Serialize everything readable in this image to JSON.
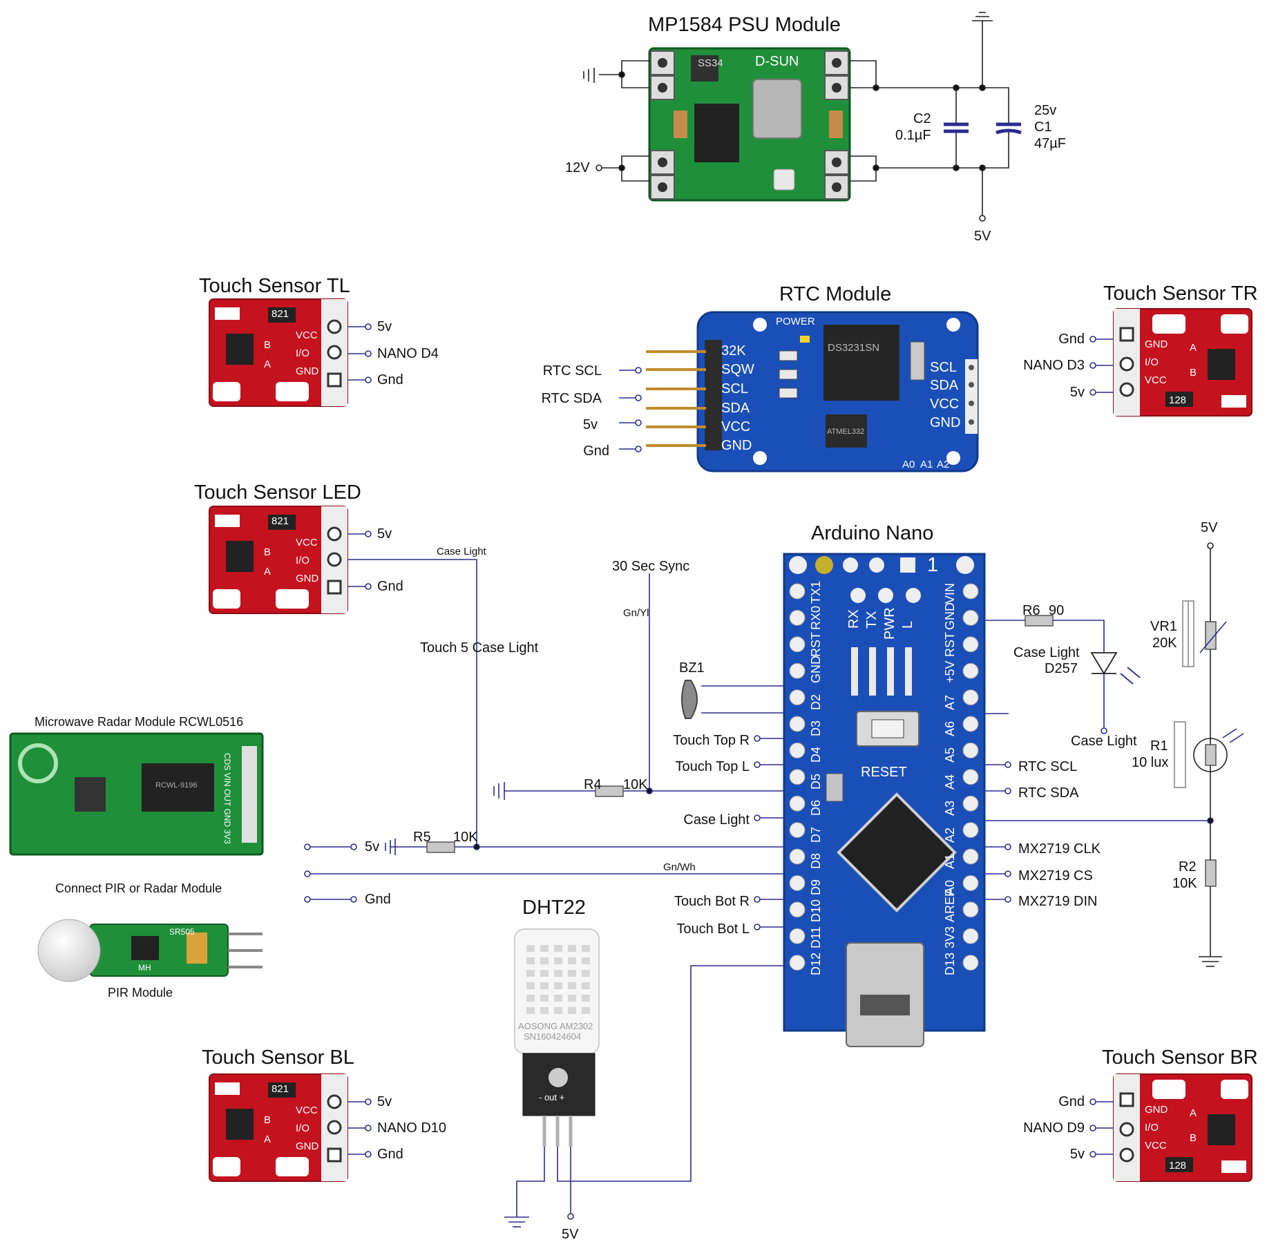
{
  "psu": {
    "title": "MP1584 PSU Module",
    "brand": "D-SUN",
    "chip_mark": "SS34",
    "in_label": "12V",
    "out_label": "5V",
    "c2": {
      "ref": "C2",
      "value": "0.1µF"
    },
    "c1": {
      "rating": "25v",
      "ref": "C1",
      "value": "47µF"
    }
  },
  "touch_tl": {
    "title": "Touch Sensor TL",
    "pins": [
      "5v",
      "NANO D4",
      "Gnd"
    ]
  },
  "touch_tr": {
    "title": "Touch Sensor TR",
    "pins": [
      "Gnd",
      "NANO D3",
      "5v"
    ]
  },
  "touch_led": {
    "title": "Touch Sensor LED",
    "pins": [
      "5v",
      "Gnd"
    ],
    "case_light": "Case Light",
    "touch5": "Touch 5 Case Light"
  },
  "touch_bl": {
    "title": "Touch Sensor BL",
    "pins": [
      "5v",
      "NANO D10",
      "Gnd"
    ]
  },
  "touch_br": {
    "title": "Touch Sensor BR",
    "pins": [
      "Gnd",
      "NANO D9",
      "5v"
    ]
  },
  "touch_board": {
    "chip": "821",
    "pin_vcc": "VCC",
    "pin_io": "I/O",
    "pin_gnd": "GND",
    "pad_a": "A",
    "pad_b": "B",
    "chip_r": "128"
  },
  "rtc": {
    "title": "RTC Module",
    "power": "POWER",
    "chip": "DS3231SN",
    "chip2": "ATMEL332",
    "left_pins": [
      "32K",
      "SQW",
      "SCL",
      "SDA",
      "VCC",
      "GND"
    ],
    "right_pins": [
      "SCL",
      "SDA",
      "VCC",
      "GND"
    ],
    "addr": [
      "A0",
      "A1",
      "A2"
    ],
    "wires": [
      "RTC SCL",
      "RTC SDA",
      "5v",
      "Gnd"
    ]
  },
  "nano": {
    "title": "Arduino Nano",
    "reset": "RESET",
    "one": "1",
    "left_pins": [
      "TX1",
      "RX0",
      "RST",
      "GND",
      "D2",
      "D3",
      "D4",
      "D5",
      "D6",
      "D7",
      "D8",
      "D9",
      "D10",
      "D11",
      "D12"
    ],
    "right_pins": [
      "VIN",
      "GND",
      "RST",
      "+5V",
      "A7",
      "A6",
      "A5",
      "A4",
      "A3",
      "A2",
      "A1",
      "A0",
      "AREF",
      "3V3",
      "D13"
    ],
    "leds": [
      "RX",
      "TX",
      "PWR",
      "L"
    ],
    "left_wires": {
      "d3": "Touch Top R",
      "d4": "Touch Top L",
      "d6": "Case Light",
      "d9": "Touch Bot R",
      "d10": "Touch Bot L"
    },
    "right_wires": {
      "a5": "RTC SCL",
      "a4": "RTC SDA",
      "a2": "MX2719 CLK",
      "a1": "MX2719 CS",
      "a0": "MX2719 DIN"
    }
  },
  "sync": {
    "label": "30 Sec Sync",
    "wire": "Gn/Yl"
  },
  "buzzer": {
    "ref": "BZ1"
  },
  "r4": {
    "ref": "R4",
    "value": "10K"
  },
  "r5": {
    "ref": "R5",
    "value": "10K"
  },
  "radar": {
    "title": "Microwave Radar Module RCWL0516",
    "silk": "CDS VIN OUT GND 3V3",
    "chip": "RCWL-9196",
    "connect": "Connect PIR or Radar Module",
    "wire_5v": "5v",
    "wire_gnd": "Gnd",
    "wire_gnwh": "Gn/Wh"
  },
  "pir": {
    "label": "PIR Module",
    "silk": "SR505",
    "mark": "MH"
  },
  "dht": {
    "title": "DHT22",
    "brand": "AOSONG AM2302",
    "serial": "SN160424604",
    "pins": "- out +",
    "supply": "5V"
  },
  "led_circuit": {
    "r6": {
      "ref": "R6",
      "value": "90"
    },
    "case_light": "Case Light",
    "d257": "D257",
    "case_light_b": "Case Light"
  },
  "ldr": {
    "supply": "5V",
    "vr1": {
      "ref": "VR1",
      "value": "20K"
    },
    "r1": {
      "ref": "R1",
      "value": "10 lux"
    },
    "r2": {
      "ref": "R2",
      "value": "10K"
    }
  },
  "colors": {
    "pcb_green": "#1f8f3a",
    "pcb_red": "#c4121e",
    "pcb_blue": "#1b4fb8",
    "wire": "#2b2b8f",
    "wire_dark": "#222"
  }
}
